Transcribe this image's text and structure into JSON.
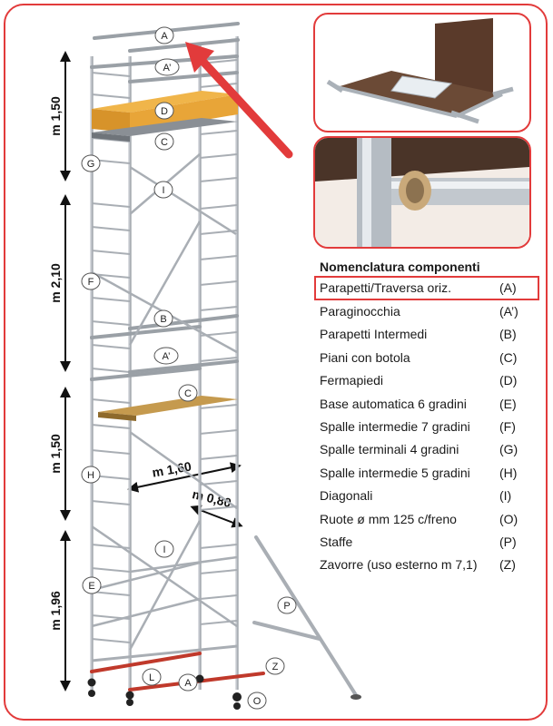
{
  "legend": {
    "title": "Nomenclatura componenti",
    "items": [
      {
        "name": "Parapetti/Traversa oriz.",
        "code": "(A)"
      },
      {
        "name": "Paraginocchia",
        "code": "(A’)"
      },
      {
        "name": "Parapetti Intermedi",
        "code": "(B)"
      },
      {
        "name": "Piani con botola",
        "code": "(C)"
      },
      {
        "name": "Fermapiedi",
        "code": "(D)"
      },
      {
        "name": "Base automatica 6 gradini",
        "code": "(E)"
      },
      {
        "name": "Spalle intermedie 7 gradini",
        "code": "(F)"
      },
      {
        "name": "Spalle terminali 4 gradini",
        "code": "(G)"
      },
      {
        "name": "Spalle intermedie 5 gradini",
        "code": "(H)"
      },
      {
        "name": "Diagonali",
        "code": "(I)"
      },
      {
        "name": "Ruote ø mm 125 c/freno",
        "code": "(O)"
      },
      {
        "name": "Staffe",
        "code": "(P)"
      },
      {
        "name": "Zavorre (uso esterno m 7,1)",
        "code": "(Z)"
      }
    ]
  },
  "dimensions": {
    "h1": "m 1,50",
    "h2": "m 2,10",
    "h3": "m 1,50",
    "h4": "m 1,96",
    "width": "m 1,60",
    "depth": "m 0,80"
  },
  "callouts": {
    "A_top": "A",
    "A_prime_top": "A’",
    "D": "D",
    "C_top": "C",
    "G": "G",
    "I_top": "I",
    "F": "F",
    "B": "B",
    "A_prime_mid": "A’",
    "C_mid": "C",
    "H": "H",
    "I_low": "I",
    "E": "E",
    "P": "P",
    "Z": "Z",
    "L": "L",
    "A_bottom": "A",
    "O": "O"
  },
  "colors": {
    "accent_red": "#e23b3b",
    "platform_wood": "#e0a23a",
    "frame_metal": "#b9bec4"
  }
}
